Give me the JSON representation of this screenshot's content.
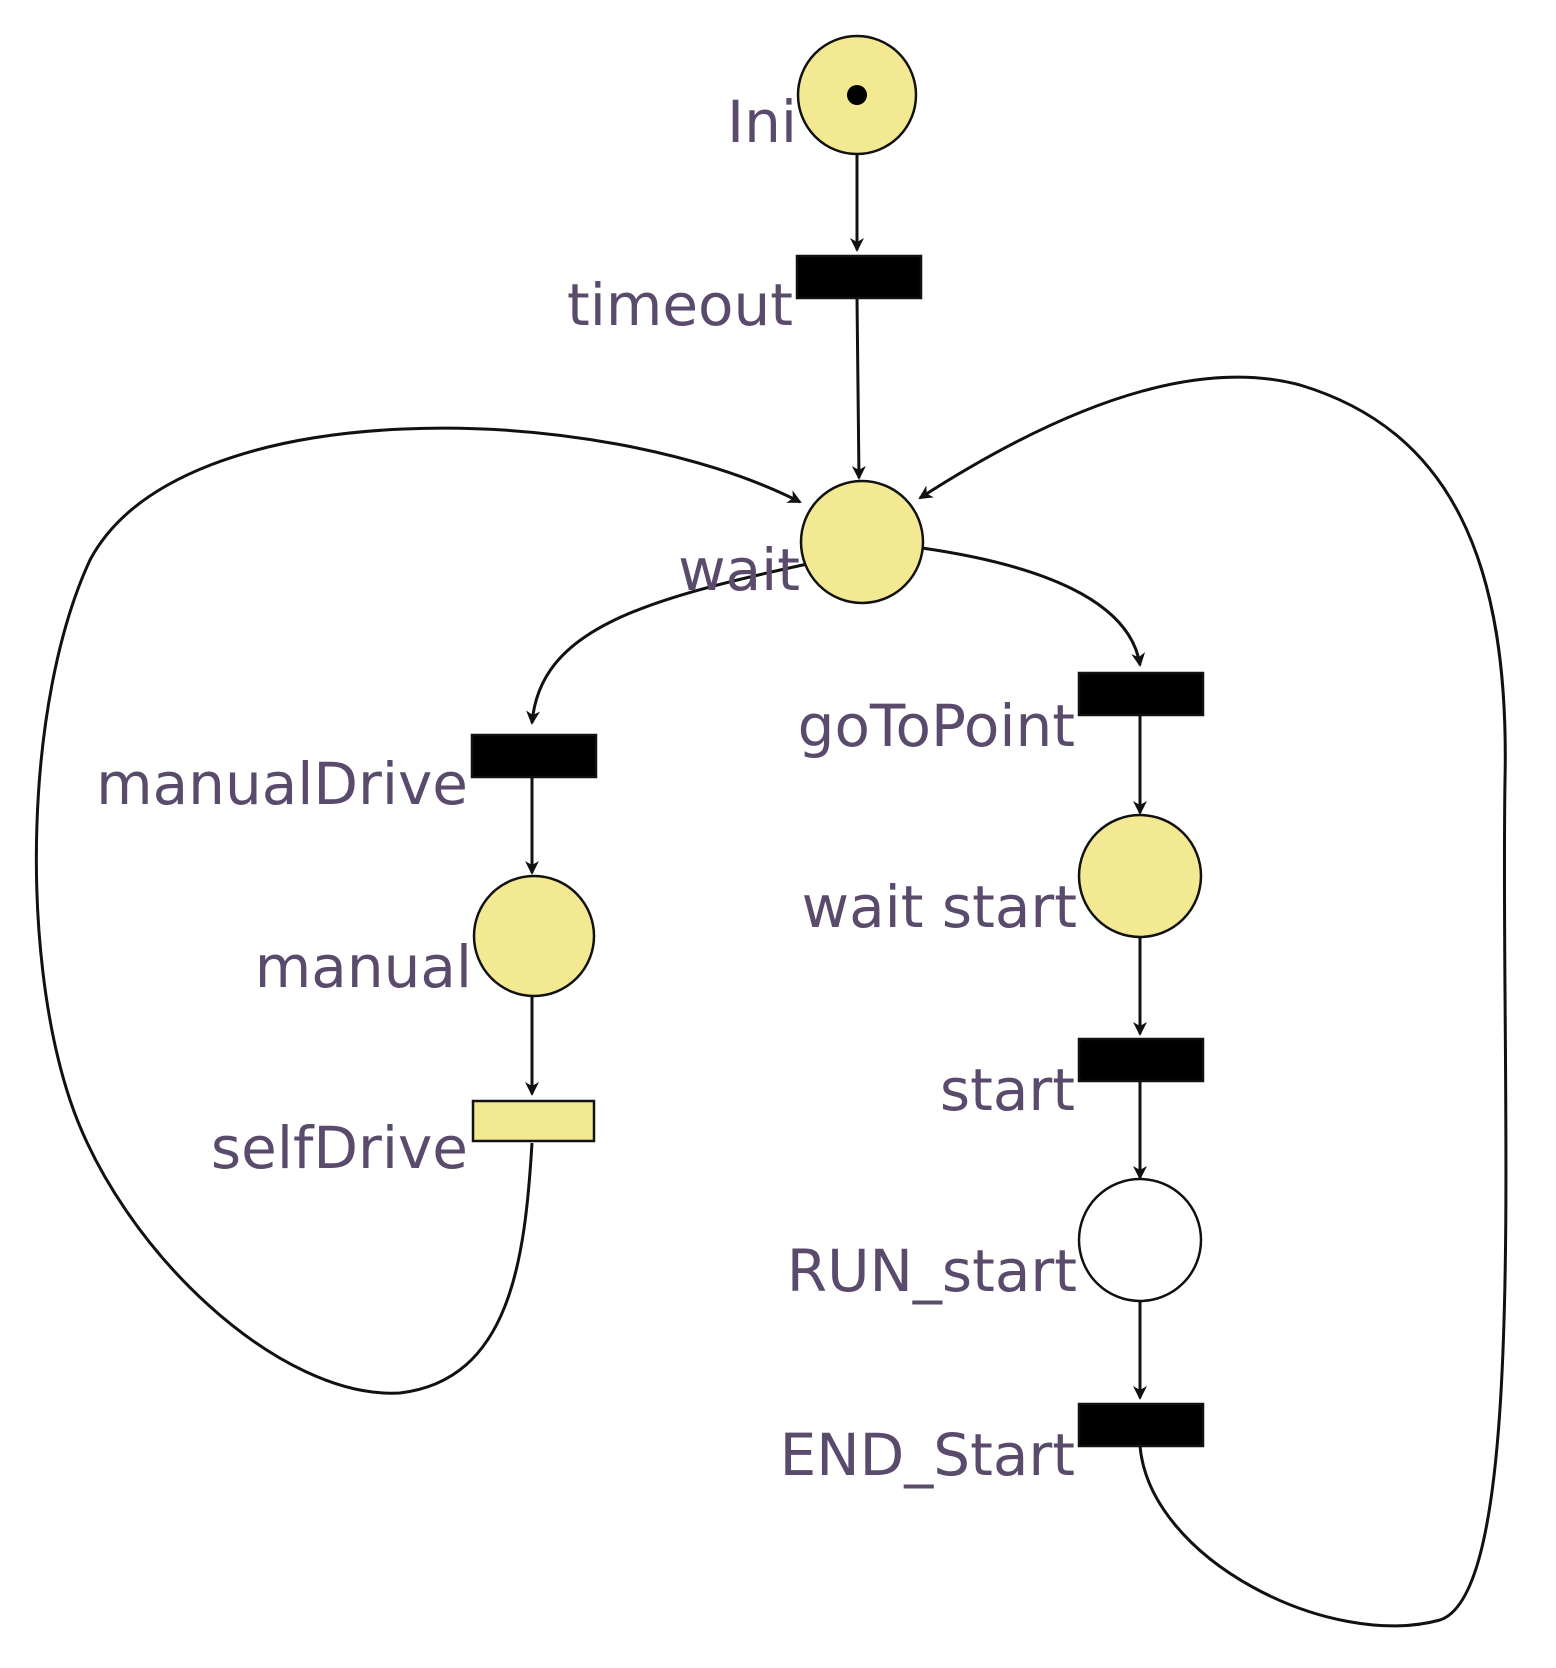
{
  "colors": {
    "place_marked": "#f3e992",
    "place_unmarked": "#ffffff",
    "transition_enabled": "#f3e992",
    "transition_default": "#000000",
    "token": "#000000",
    "arc": "#111111",
    "label": "#5a4a6b"
  },
  "places": [
    {
      "id": "ini",
      "label": "Ini",
      "tokens": 1,
      "highlighted": true
    },
    {
      "id": "wait",
      "label": "wait",
      "tokens": 0,
      "highlighted": true
    },
    {
      "id": "manual",
      "label": "manual",
      "tokens": 0,
      "highlighted": true
    },
    {
      "id": "wait_start",
      "label": "wait start",
      "tokens": 0,
      "highlighted": true
    },
    {
      "id": "run_start",
      "label": "RUN_start",
      "tokens": 0,
      "highlighted": false
    }
  ],
  "transitions": [
    {
      "id": "timeout",
      "label": "timeout",
      "enabled": false
    },
    {
      "id": "manualDrive",
      "label": "manualDrive",
      "enabled": false
    },
    {
      "id": "selfDrive",
      "label": "selfDrive",
      "enabled": true
    },
    {
      "id": "goToPoint",
      "label": "goToPoint",
      "enabled": false
    },
    {
      "id": "start",
      "label": "start",
      "enabled": false
    },
    {
      "id": "end_start",
      "label": "END_Start",
      "enabled": false
    }
  ],
  "arcs": [
    {
      "from": "ini",
      "to": "timeout"
    },
    {
      "from": "timeout",
      "to": "wait"
    },
    {
      "from": "wait",
      "to": "manualDrive"
    },
    {
      "from": "wait",
      "to": "goToPoint"
    },
    {
      "from": "manualDrive",
      "to": "manual"
    },
    {
      "from": "manual",
      "to": "selfDrive"
    },
    {
      "from": "selfDrive",
      "to": "wait"
    },
    {
      "from": "goToPoint",
      "to": "wait_start"
    },
    {
      "from": "wait_start",
      "to": "start"
    },
    {
      "from": "start",
      "to": "run_start"
    },
    {
      "from": "run_start",
      "to": "end_start"
    },
    {
      "from": "end_start",
      "to": "wait"
    }
  ]
}
